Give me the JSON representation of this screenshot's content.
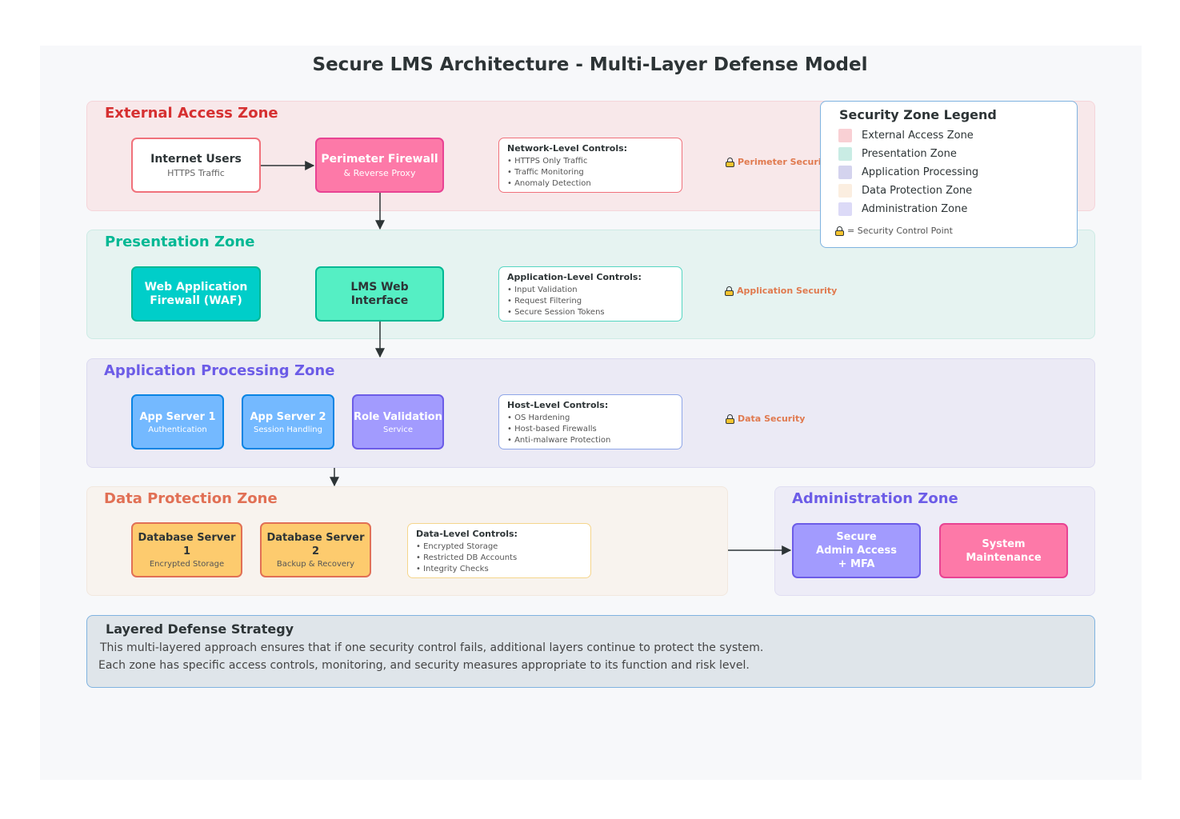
{
  "title": "Secure LMS Architecture - Multi-Layer Defense Model",
  "zones": {
    "external": {
      "title": "External Access Zone",
      "internet_users": {
        "title": "Internet Users",
        "sub": "HTTPS Traffic"
      },
      "firewall": {
        "title": "Perimeter Firewall",
        "sub": "& Reverse Proxy"
      },
      "controls": {
        "title": "Network-Level Controls:",
        "items": [
          "• HTTPS Only Traffic",
          "• Traffic Monitoring",
          "• Anomaly Detection"
        ]
      },
      "security": "Perimeter Security"
    },
    "presentation": {
      "title": "Presentation Zone",
      "waf": {
        "title": "Web Application Firewall (WAF)"
      },
      "lms": {
        "title": "LMS Web Interface"
      },
      "controls": {
        "title": "Application-Level Controls:",
        "items": [
          "• Input Validation",
          "• Request Filtering",
          "• Secure Session Tokens"
        ]
      },
      "security": "Application Security"
    },
    "application": {
      "title": "Application Processing Zone",
      "app1": {
        "title": "App Server 1",
        "sub": "Authentication"
      },
      "app2": {
        "title": "App Server 2",
        "sub": "Session Handling"
      },
      "role": {
        "title": "Role Validation",
        "sub": "Service"
      },
      "controls": {
        "title": "Host-Level Controls:",
        "items": [
          "• OS Hardening",
          "• Host-based Firewalls",
          "• Anti-malware Protection"
        ]
      },
      "security": "Data Security"
    },
    "data": {
      "title": "Data Protection Zone",
      "db1": {
        "title": "Database Server 1",
        "sub": "Encrypted Storage"
      },
      "db2": {
        "title": "Database Server 2",
        "sub": "Backup & Recovery"
      },
      "controls": {
        "title": "Data-Level Controls:",
        "items": [
          "• Encrypted Storage",
          "• Restricted DB Accounts",
          "• Integrity Checks"
        ]
      }
    },
    "admin": {
      "title": "Administration Zone",
      "secure_admin": {
        "title": "Secure Admin Access + MFA"
      },
      "maintenance": {
        "title": "System Maintenance"
      }
    }
  },
  "legend": {
    "title": "Security Zone Legend",
    "items": [
      {
        "label": "External Access Zone",
        "color": "#f9d0d4"
      },
      {
        "label": "Presentation Zone",
        "color": "#c9ece4"
      },
      {
        "label": "Application Processing",
        "color": "#d4d3ee"
      },
      {
        "label": "Data Protection Zone",
        "color": "#fbeee0"
      },
      {
        "label": "Administration Zone",
        "color": "#dcdaf7"
      }
    ],
    "note": "= Security Control Point"
  },
  "strategy": {
    "title": "Layered Defense Strategy",
    "line1": "This multi-layered approach ensures that if one security control fails, additional layers continue to protect the system.",
    "line2": "Each zone has specific access controls, monitoring, and security measures appropriate to its function and risk level."
  },
  "colors": {
    "external_title": "#d63031",
    "presentation_title": "#00b894",
    "application_title": "#6c5ce7",
    "data_title": "#e17055",
    "admin_title": "#6c5ce7",
    "security_label": "#e07a4f"
  }
}
